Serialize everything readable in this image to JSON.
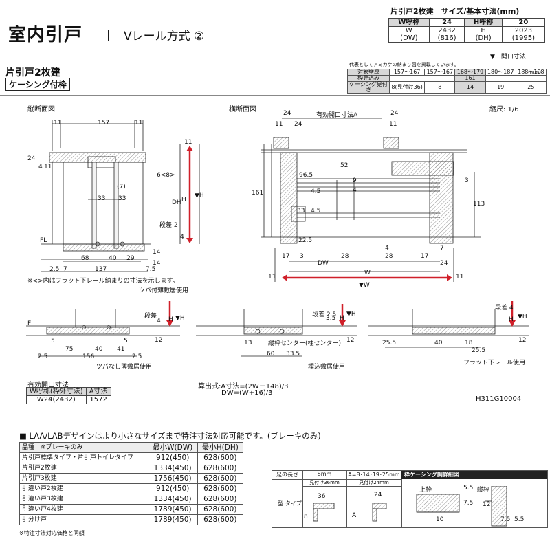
{
  "header": {
    "title": "室内引戸",
    "separator": "|",
    "subtitle": "Vレール方式 ②"
  },
  "product_size": {
    "title": "片引戸2枚建　サイズ/基本寸法(mm)",
    "w_label": "W呼称",
    "w_value": "24",
    "h_label": "H呼称",
    "h_value": "20",
    "w_sym": "W",
    "w_sym2": "(DW)",
    "w_dim": "2432",
    "w_dim2": "(816)",
    "h_sym": "H",
    "h_sym2": "(DH)",
    "h_dim": "2023",
    "h_dim2": "(1995)"
  },
  "opening_note": "▼…開口寸法",
  "representative_note": "代表としてアミカケの納まり図を掲載しています。",
  "mm_note": "(mm)",
  "casing_table": {
    "row1_label": "対象壁厚",
    "row1": [
      "157～167",
      "157～167",
      "168～179",
      "180～187",
      "188～198"
    ],
    "row2_label": "枠見込み",
    "row2_value": "161",
    "row3_label": "ケーシング見付さ",
    "row3": [
      "8(見付け36)",
      "8",
      "14",
      "19",
      "25"
    ]
  },
  "product_name": "片引戸2枚建",
  "casing_tag": "ケーシング付枠",
  "vertical_section": {
    "title": "縦断面図",
    "dims": {
      "d11a": "11",
      "d157": "157",
      "d11b": "11",
      "d24": "24",
      "d4": "4",
      "d11c": "11",
      "d11d": "11",
      "d33a": "33",
      "d33b": "33",
      "d7": "(7)",
      "d68": "68",
      "d40": "40",
      "d29": "29",
      "d137": "137",
      "d25": "2.5",
      "d7b": "7",
      "d75": "7.5",
      "d14a": "14",
      "d14b": "14",
      "dh": "DH",
      "h": "▼H",
      "h2": "H",
      "step": "段差 2",
      "d6_8": "6<8>",
      "d4b": "4",
      "fl": "FL"
    },
    "note": "※<>内はフラット下レール納まりの寸法を示します。",
    "sub1": "ツバ付薄敷居使用"
  },
  "horizontal_section": {
    "title": "横断面図",
    "scale": "縮尺: 1/6",
    "dims": {
      "d24": "24",
      "eff": "有効開口寸法A",
      "d24b": "24",
      "d11": "11",
      "d24c": "24",
      "d11b": "11",
      "d161": "161",
      "d52": "52",
      "d96": "96.5",
      "d9": "9",
      "d4": "4",
      "d45a": "4.5",
      "d45b": "4.5",
      "d33": "33",
      "d225": "22.5",
      "d17": "17",
      "d3": "3",
      "d4b": "4",
      "d28": "28",
      "d28b": "28",
      "d17b": "17",
      "d24d": "24",
      "d7": "7",
      "d3b": "3",
      "d113": "113",
      "d11c": "11",
      "d11d": "11",
      "dw": "DW",
      "w": "W",
      "vw": "▼W"
    }
  },
  "sill_views": [
    {
      "name": "ツバなし薄敷居使用",
      "dims": [
        "75",
        "40",
        "41",
        "156",
        "2.5",
        "2.5",
        "5",
        "5",
        "12",
        "4",
        "段差",
        "H",
        "▼H",
        "FL"
      ]
    },
    {
      "name": "埋込敷居使用",
      "dims": [
        "13",
        "60",
        "33.5",
        "縦枠センター(柱センター)",
        "12",
        "段差 2.5",
        "3.5",
        "H",
        "▼H"
      ]
    },
    {
      "name": "フラット下レール使用",
      "dims": [
        "25.5",
        "40",
        "18",
        "25.5",
        "12",
        "段差 4",
        "H",
        "▼H"
      ]
    }
  ],
  "effective_opening": {
    "title": "有効開口寸法",
    "col1": "W呼称(枠外寸法)",
    "col2": "A寸法",
    "val1": "W24(2432)",
    "val2": "1572"
  },
  "formula": {
    "line1": "算出式:A寸法=(2W－148)/3",
    "line2": "DW=(W+16)/3"
  },
  "drawing_code": "H311G10004",
  "laa_note": "■ LAA/LABデザインはより小さなサイズまで特注寸法対応可能です。(ブレーキのみ)",
  "special_table": {
    "headers": [
      "品種　※ブレーキのみ",
      "最小W(DW)",
      "最小H(DH)"
    ],
    "rows": [
      [
        "片引戸標準タイプ・片引戸トイレタイプ",
        "912(450)",
        "628(600)"
      ],
      [
        "片引戸2枚建",
        "1334(450)",
        "628(600)"
      ],
      [
        "片引戸3枚建",
        "1756(450)",
        "628(600)"
      ],
      [
        "引違い戸2枚建",
        "912(450)",
        "628(600)"
      ],
      [
        "引違い戸3枚建",
        "1334(450)",
        "628(600)"
      ],
      [
        "引違い戸4枚建",
        "1789(450)",
        "628(600)"
      ],
      [
        "引分け戸",
        "1789(450)",
        "628(600)"
      ]
    ],
    "footnote": "※特注寸法対応価格と同額"
  },
  "foot_table": {
    "c0": "足の長さ",
    "c1": "8mm",
    "c2": "A=8･14･19･25mm",
    "c3": "枠ケーシング調詳細図",
    "sub1": "見付け36mm",
    "sub2": "見付け24mm",
    "ltype": "L 型 タイプ",
    "d36": "36",
    "d24": "24",
    "d8": "8",
    "dA": "A",
    "upper": "上枠",
    "vert": "縦枠",
    "d55a": "5.5",
    "d75a": "7.5",
    "d10": "10",
    "d12": "12",
    "d75b": "7.5",
    "d55b": "5.5"
  },
  "colors": {
    "arrow_red": "#d0202a",
    "shade": "#d8d8d8",
    "line": "#222222"
  }
}
